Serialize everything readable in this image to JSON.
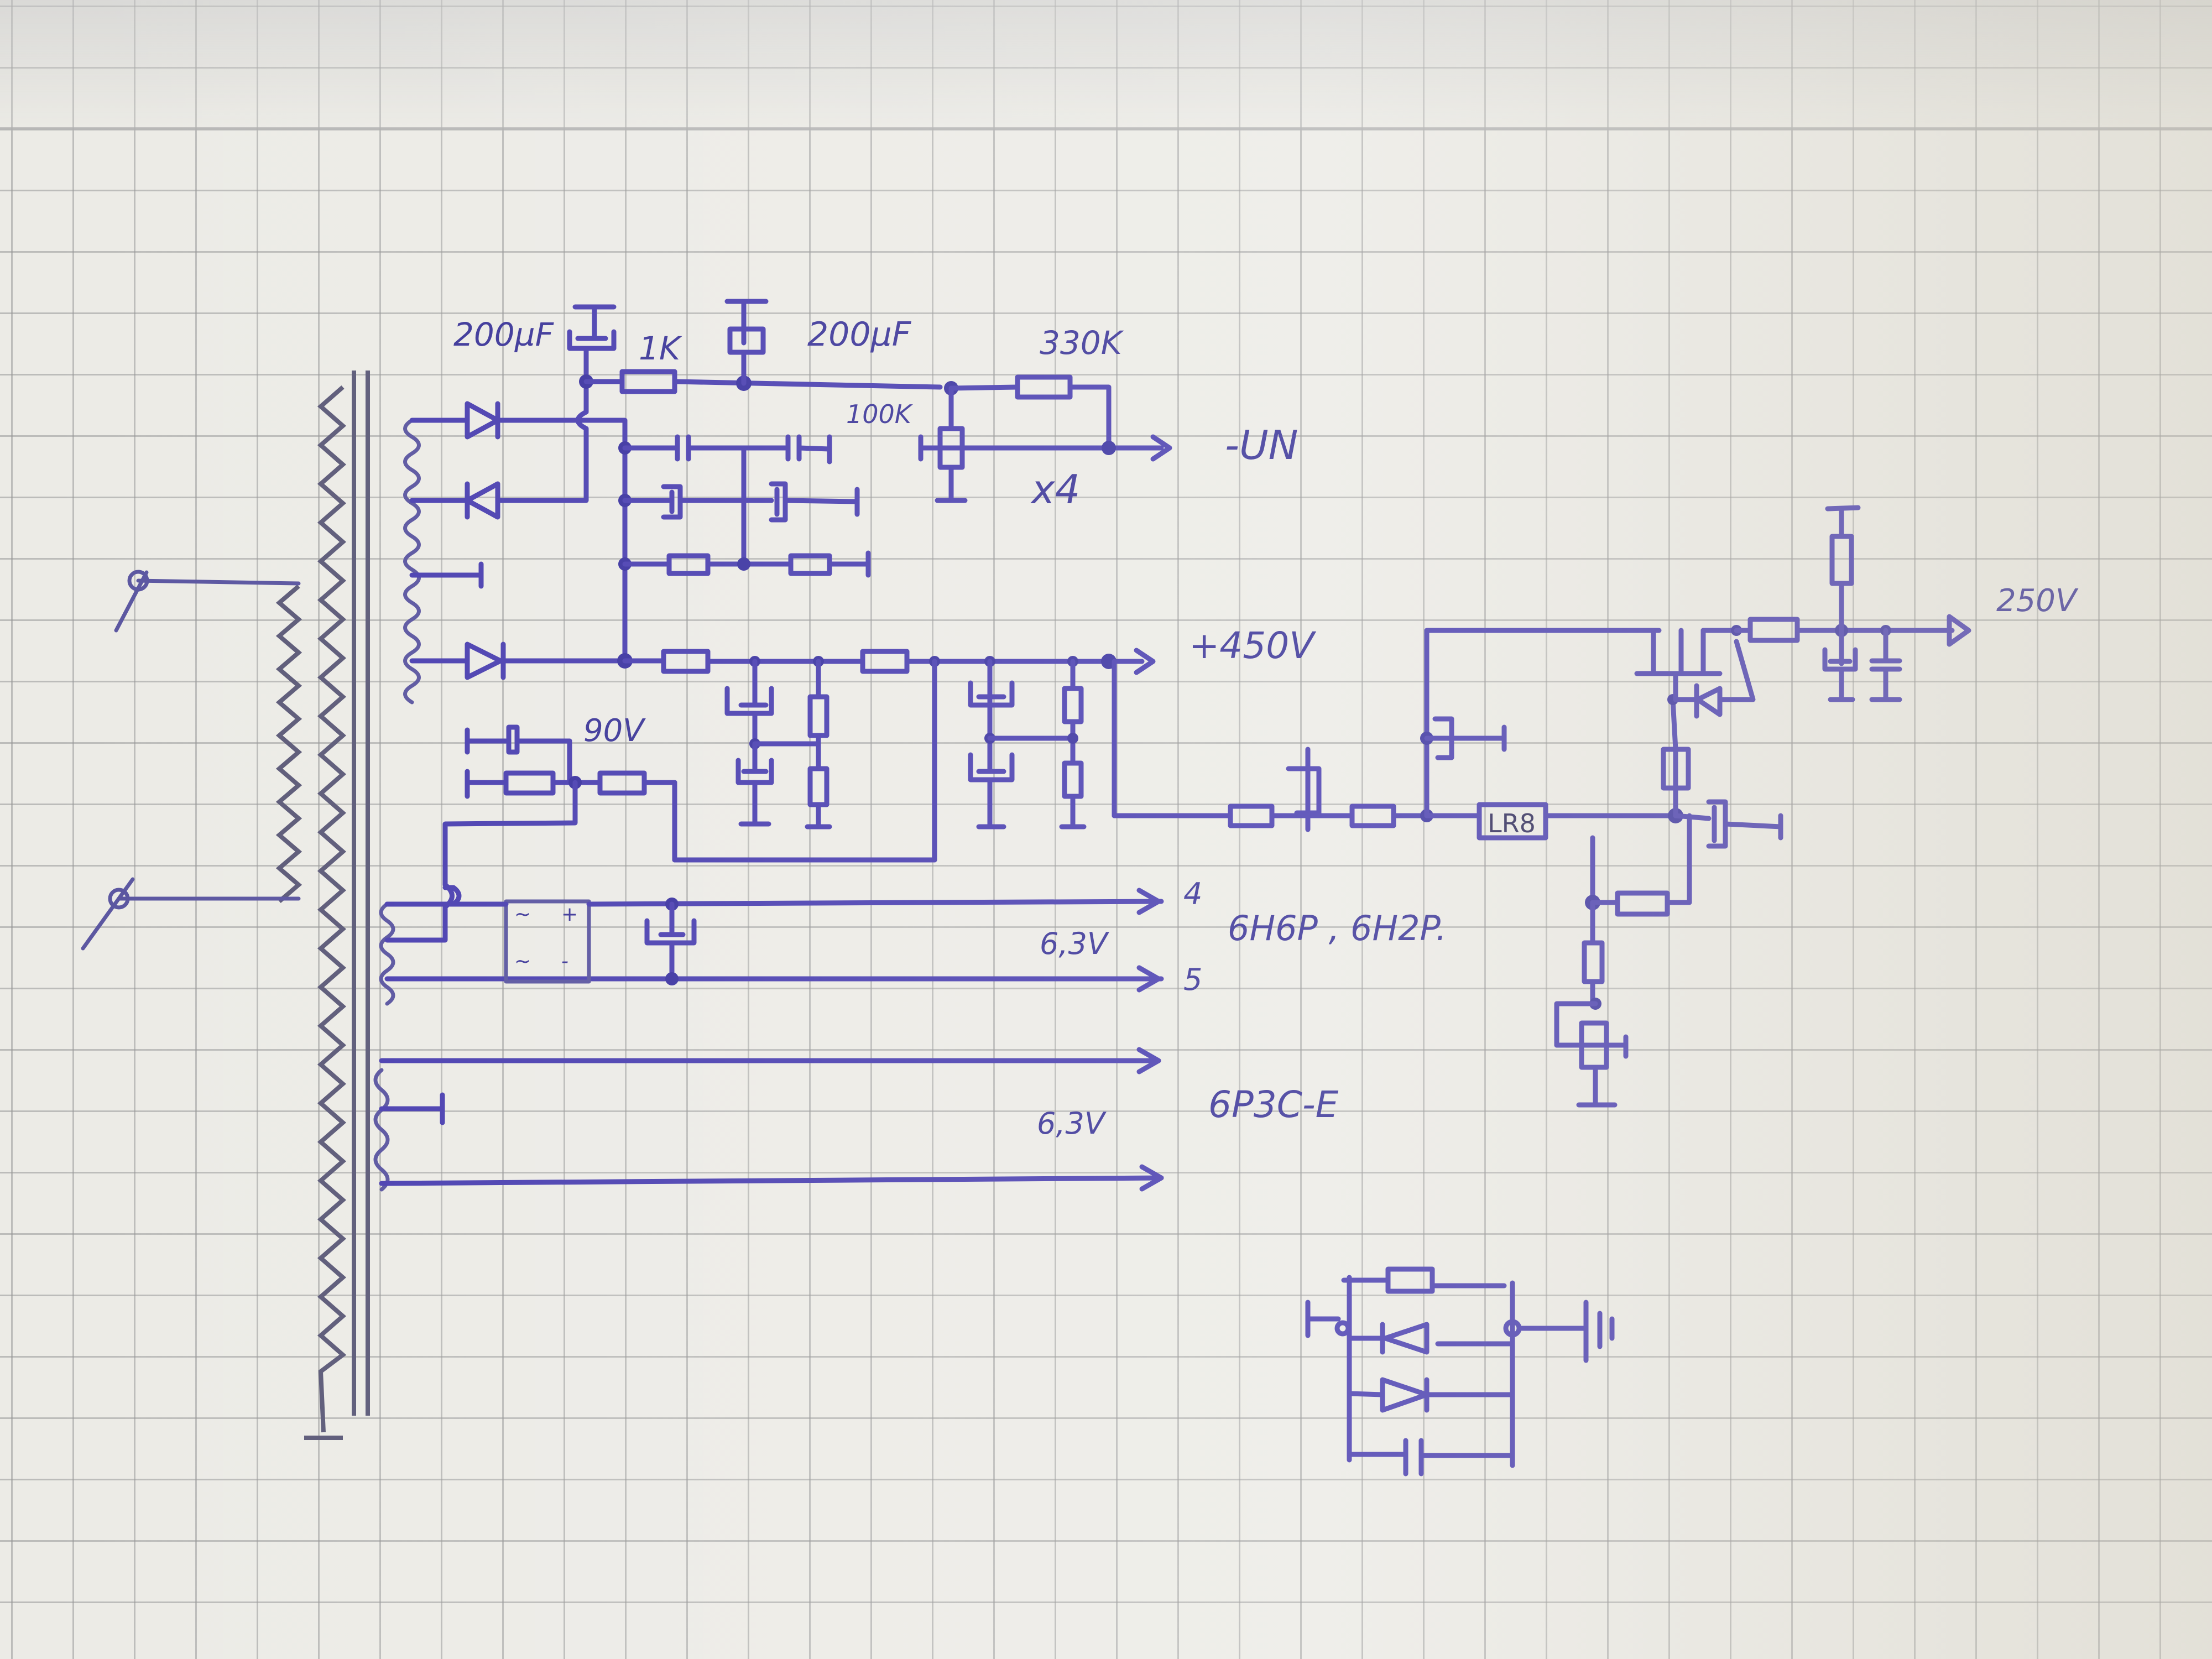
{
  "labels": {
    "cap_top_left": "200µF",
    "res_1k": "1K",
    "cap_top_mid": "200µF",
    "res_330k": "330K",
    "pot_100k": "100K",
    "neg_bias_out": "-UN",
    "multiplier": "x4",
    "hv_out": "+450V",
    "tap_90v": "90V",
    "heater1_pin_top": "4",
    "heater1_pin_bottom": "5",
    "heater1_voltage": "6,3V",
    "heater1_tubes": "6H6P , 6H2P.",
    "heater2_voltage": "6,3V",
    "heater2_tubes": "6P3C-E",
    "regulator": "LR8",
    "reg_out": "250V",
    "bridge_ac1": "~",
    "bridge_ac2": "~",
    "bridge_plus": "+",
    "bridge_minus": "-"
  },
  "colors": {
    "ink": "#4a3fb0",
    "pencil": "#5c5a78",
    "paper": "#ecebe6"
  }
}
